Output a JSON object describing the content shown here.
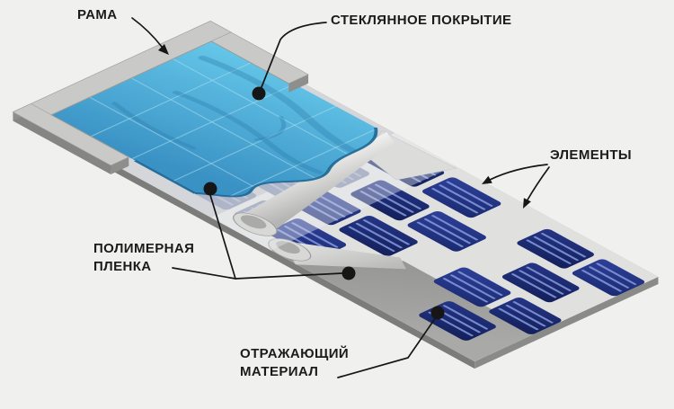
{
  "diagram": {
    "subject": "solar-panel-structure",
    "labels": {
      "frame": "РАМА",
      "glass": "СТЕКЛЯННОЕ ПОКРЫТИЕ",
      "cells": "ЭЛЕМЕНТЫ",
      "film_line1": "ПОЛИМЕРНАЯ",
      "film_line2": "ПЛЕНКА",
      "reflector_line1": "ОТРАЖАЮЩИЙ",
      "reflector_line2": "МАТЕРИАЛ"
    },
    "colors": {
      "background": "#f0f0ee",
      "frame": "#c9c9c7",
      "frame_edge": "#a2a2a0",
      "frame_side": "#8e8e8c",
      "frame_side_dark": "#858583",
      "glass_top": "#66c8ea",
      "glass_bottom": "#3a92c4",
      "glass_streak": "#2b7aa8",
      "glass_grid": "#aadff2",
      "glass_edge": "#1d6795",
      "film": "#e0e1df",
      "film_bright": "#f2f2f0",
      "film_shade": "#b5b5b3",
      "film_base": "#c5c7c9",
      "film_tint": "rgba(236,238,242,0.40)",
      "plate_light": "#b4b4b2",
      "plate_dark": "#949492",
      "plate_side_front": "#7c7c7a",
      "plate_side_right": "#8a8a88",
      "bare_light": "#a9a9a7",
      "bare_dark": "#8f8f8d",
      "cell_a1": "#2e4099",
      "cell_a2": "#1a2a70",
      "cell_b1": "#253687",
      "cell_b2": "#131f59",
      "cell_stripe": "#8295d8",
      "cell_muted": "#8690ac",
      "cell_muted_stripe": "#aab2c8",
      "roll_cap": "#d8d8d6",
      "roll_cap_inner": "#a2a2a0",
      "callout": "#161616"
    }
  }
}
